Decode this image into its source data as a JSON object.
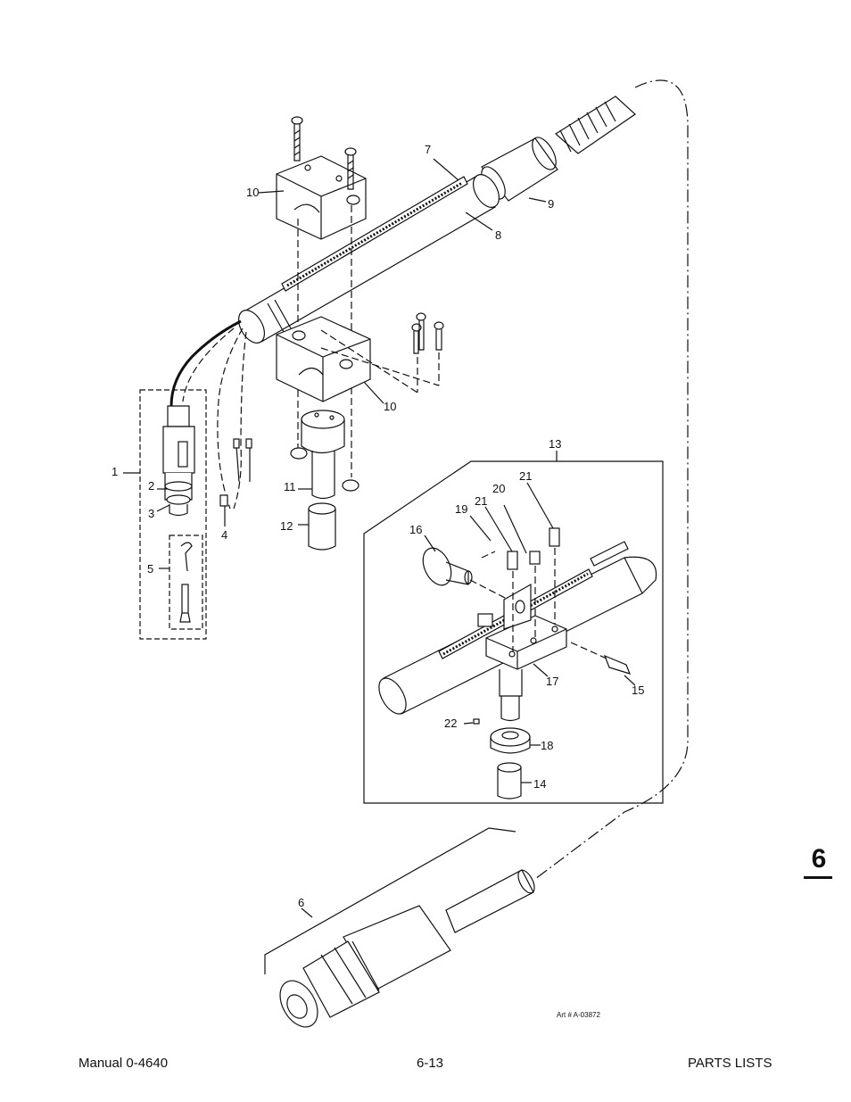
{
  "callouts": {
    "c1": "1",
    "c2": "2",
    "c3": "3",
    "c4": "4",
    "c5": "5",
    "c6": "6",
    "c7": "7",
    "c8": "8",
    "c9": "9",
    "c10a": "10",
    "c10b": "10",
    "c11": "11",
    "c12": "12",
    "c13": "13",
    "c14": "14",
    "c15": "15",
    "c16": "16",
    "c17": "17",
    "c18": "18",
    "c19": "19",
    "c20": "20",
    "c21a": "21",
    "c21b": "21",
    "c22": "22"
  },
  "art_number": "Art # A-03872",
  "section_tab": "6",
  "footer": {
    "left": "Manual 0-4640",
    "center": "6-13",
    "right": "PARTS LISTS"
  }
}
